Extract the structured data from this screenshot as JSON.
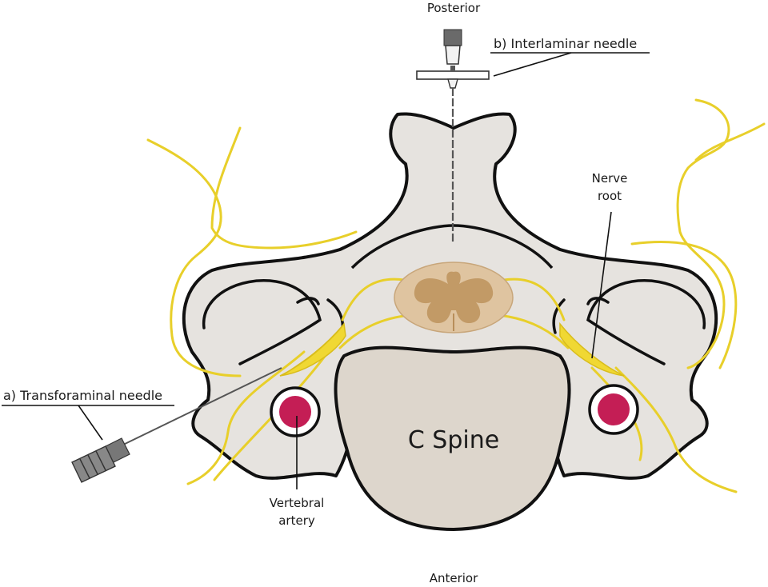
{
  "labels": {
    "posterior": "Posterior",
    "anterior": "Anterior",
    "interlaminar": "b) Interlaminar needle",
    "transforaminal": "a) Transforaminal needle",
    "nerve_root_line1": "Nerve",
    "nerve_root_line2": "root",
    "vertebral_artery_line1": "Vertebral",
    "vertebral_artery_line2": "artery",
    "body": "C Spine"
  },
  "colors": {
    "bone": "#e6e3df",
    "vertebral_body": "#ddd6cc",
    "outline": "#111111",
    "nerve": "#e8cf2a",
    "ganglion": "#f0d833",
    "artery": "#c41e55",
    "cord_outer": "#dfc4a0",
    "cord_grey_matter": "#c29a66",
    "needle": "#555555"
  }
}
